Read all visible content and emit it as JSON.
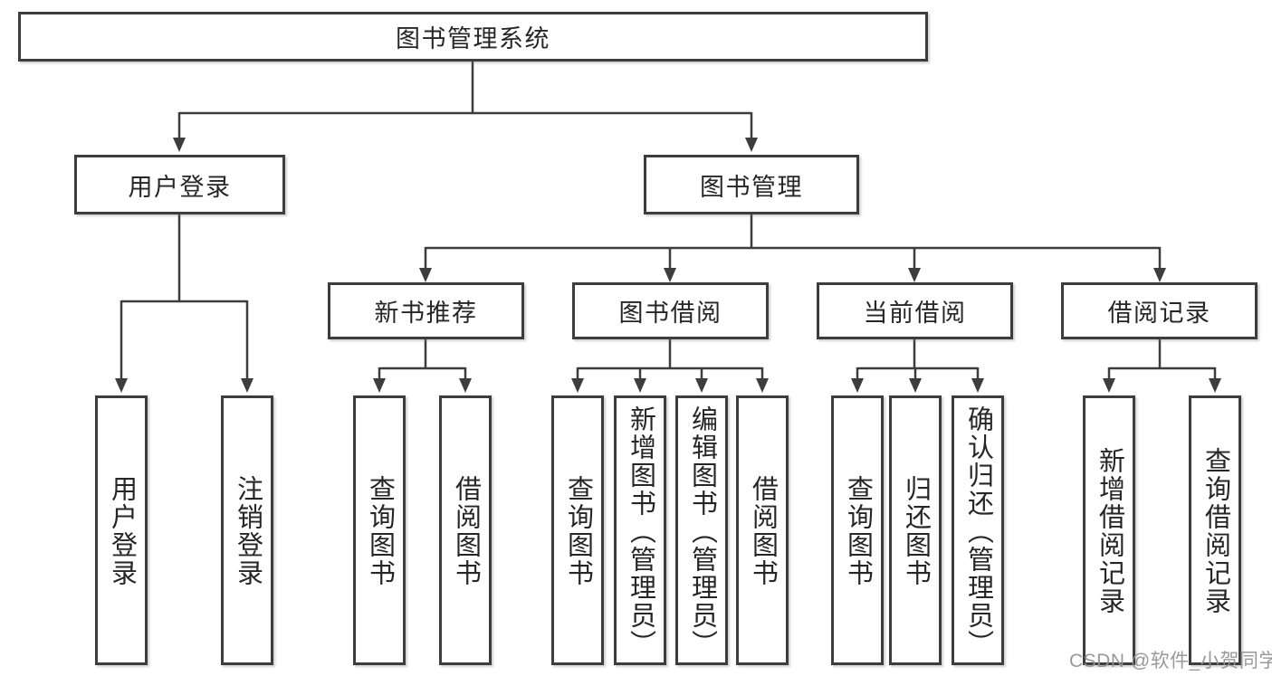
{
  "diagram": {
    "root": {
      "label": "图书管理系统"
    },
    "branches": [
      {
        "label": "用户登录",
        "leaves": [
          "用户登录",
          "注销登录"
        ]
      },
      {
        "label": "图书管理",
        "groups": [
          {
            "label": "新书推荐",
            "leaves": [
              "查询图书",
              "借阅图书"
            ]
          },
          {
            "label": "图书借阅",
            "leaves": [
              "查询图书",
              "新增图书（管理员）",
              "编辑图书（管理员）",
              "借阅图书"
            ]
          },
          {
            "label": "当前借阅",
            "leaves": [
              "查询图书",
              "归还图书",
              "确认归还（管理员）"
            ]
          },
          {
            "label": "借阅记录",
            "leaves": [
              "新增借阅记录",
              "查询借阅记录"
            ]
          }
        ]
      }
    ]
  },
  "watermark": "CSDN @软件_小贺同学",
  "colors": {
    "line": "#3d3d3d",
    "box_border": "#3d3d3d",
    "box_fill": "#ffffff",
    "text": "#262626",
    "watermark_text": "#949494",
    "background": "#ffffff"
  }
}
